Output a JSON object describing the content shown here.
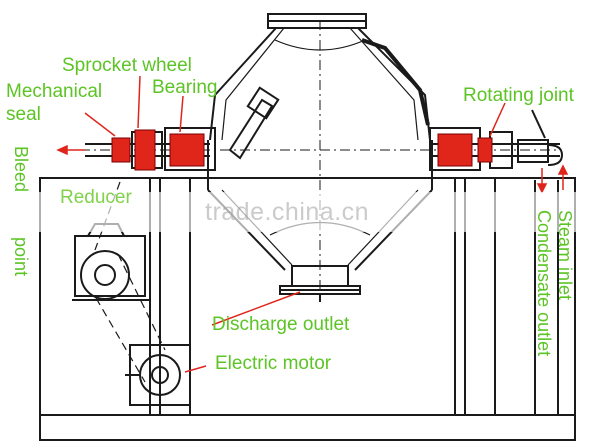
{
  "labels": {
    "sprocket_wheel": "Sprocket wheel",
    "mechanical_seal": "Mechanical\nseal",
    "bearing": "Bearing",
    "rotating_joint": "Rotating joint",
    "reducer": "Reducer",
    "bleed_point": "Bleed point",
    "discharge_outlet": "Discharge outlet",
    "electric_motor": "Electric motor",
    "steam_inlet": "Steam inlet",
    "condensate_outlet": "Condensate outlet"
  },
  "watermark": "trade.china.cn",
  "colors": {
    "label": "#5cc425",
    "line": "#1a1a1a",
    "seal_parts": "#e0251b",
    "watermark": "#a0a0a0"
  }
}
